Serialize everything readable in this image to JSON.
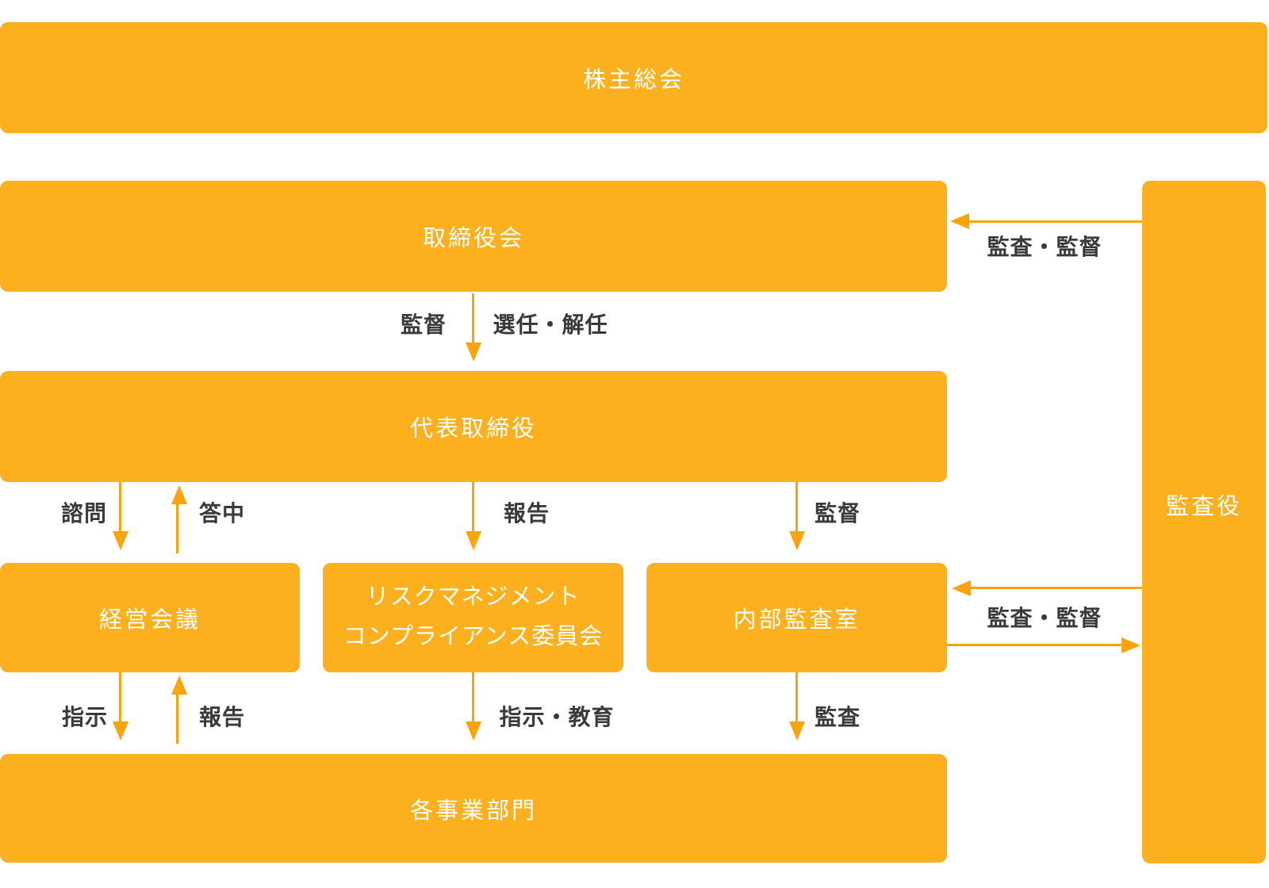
{
  "colors": {
    "box_fill": "#FCB01E",
    "arrow": "#F9A40B",
    "edge_label_text": "#3A3A3A",
    "node_text": "#FFFFFF",
    "background": "#FFFFFF"
  },
  "nodes": {
    "shareholders": {
      "label": "株主総会"
    },
    "board": {
      "label": "取締役会"
    },
    "ceo": {
      "label": "代表取締役"
    },
    "auditor": {
      "label": "監査役"
    },
    "management_meeting": {
      "label": "経営会議"
    },
    "risk_committee": {
      "label_line1": "リスクマネジメント",
      "label_line2": "コンプライアンス委員会"
    },
    "internal_audit": {
      "label": "内部監査室"
    },
    "business_divisions": {
      "label": "各事業部門"
    }
  },
  "edges": {
    "auditor_to_board": {
      "label": "監査・監督"
    },
    "board_supervise": {
      "label": "監督"
    },
    "board_appoint_dismiss": {
      "label": "選任・解任"
    },
    "ceo_consult": {
      "label": "諮問"
    },
    "mgmt_reply": {
      "label": "答中"
    },
    "ceo_report": {
      "label": "報告"
    },
    "ceo_supervise_ia": {
      "label": "監督"
    },
    "auditor_ia_audit_supervise": {
      "label": "監査・監督"
    },
    "mgmt_instruct": {
      "label": "指示"
    },
    "div_report": {
      "label": "報告"
    },
    "risk_instruct_educate": {
      "label": "指示・教育"
    },
    "ia_audit": {
      "label": "監査"
    }
  }
}
